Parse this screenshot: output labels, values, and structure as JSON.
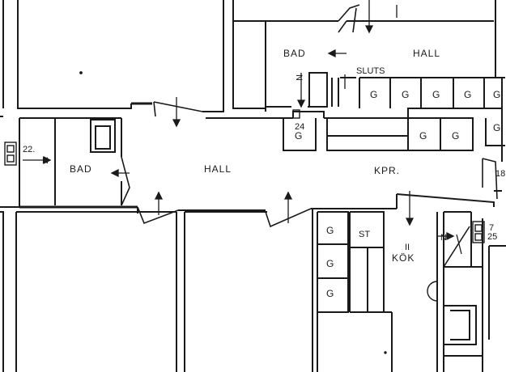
{
  "rooms": {
    "bad_top": "BAD",
    "hall_top": "HALL",
    "sluts": "SLUTS",
    "bad_left": "BAD",
    "hall_center": "HALL",
    "kpr": "KPR.",
    "st": "ST",
    "kok_mark": "II",
    "kok": "KÖK",
    "g": "G"
  },
  "marks": {
    "num_22": "22.",
    "num_24": "24",
    "num_7": "7",
    "num_25": "25",
    "n_left": "N",
    "n_right": "N",
    "n_top": "N",
    "frag_right": "18"
  },
  "colors": {
    "ink": "#1a1a1a",
    "paper": "#ffffff"
  }
}
